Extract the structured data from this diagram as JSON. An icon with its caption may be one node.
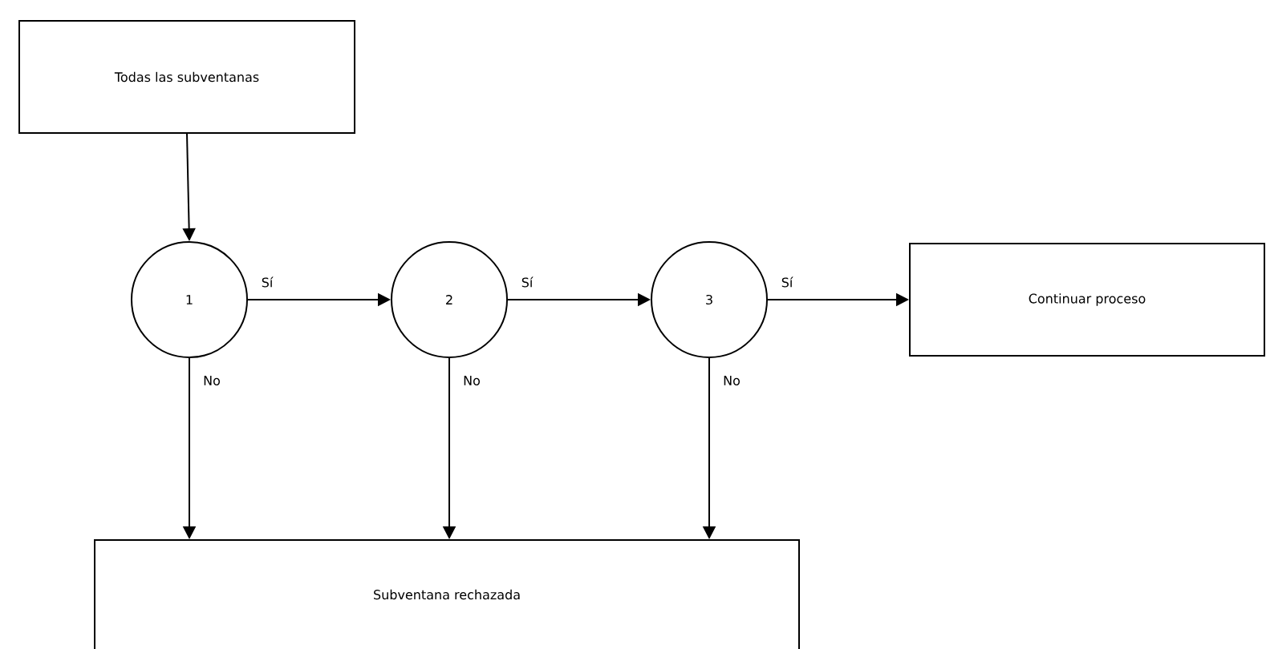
{
  "diagram": {
    "nodes": [
      {
        "text": [
          "Todas las subventanas"
        ]
      },
      {
        "text": [
          "1"
        ]
      },
      {
        "text": [
          "2"
        ]
      },
      {
        "text": [
          "3"
        ]
      },
      {
        "text": [
          "Continuar proceso"
        ]
      },
      {
        "text": [
          "Subventana rechazada"
        ]
      }
    ],
    "edges": [
      {
        "from": 0,
        "to": 1,
        "arrow": "to"
      },
      {
        "from": 1,
        "to": 2,
        "arrow": "to",
        "label": "Sí"
      },
      {
        "from": 2,
        "to": 3,
        "arrow": "to",
        "label": "Sí"
      },
      {
        "from": 3,
        "to": 4,
        "arrow": "to",
        "label": "Sí"
      },
      {
        "from": 1,
        "to": 5,
        "arrow": "to",
        "label": "No"
      },
      {
        "from": 2,
        "to": 5,
        "arrow": "to",
        "label": "No"
      },
      {
        "from": 3,
        "to": 5,
        "arrow": "to",
        "label": "No"
      }
    ]
  }
}
